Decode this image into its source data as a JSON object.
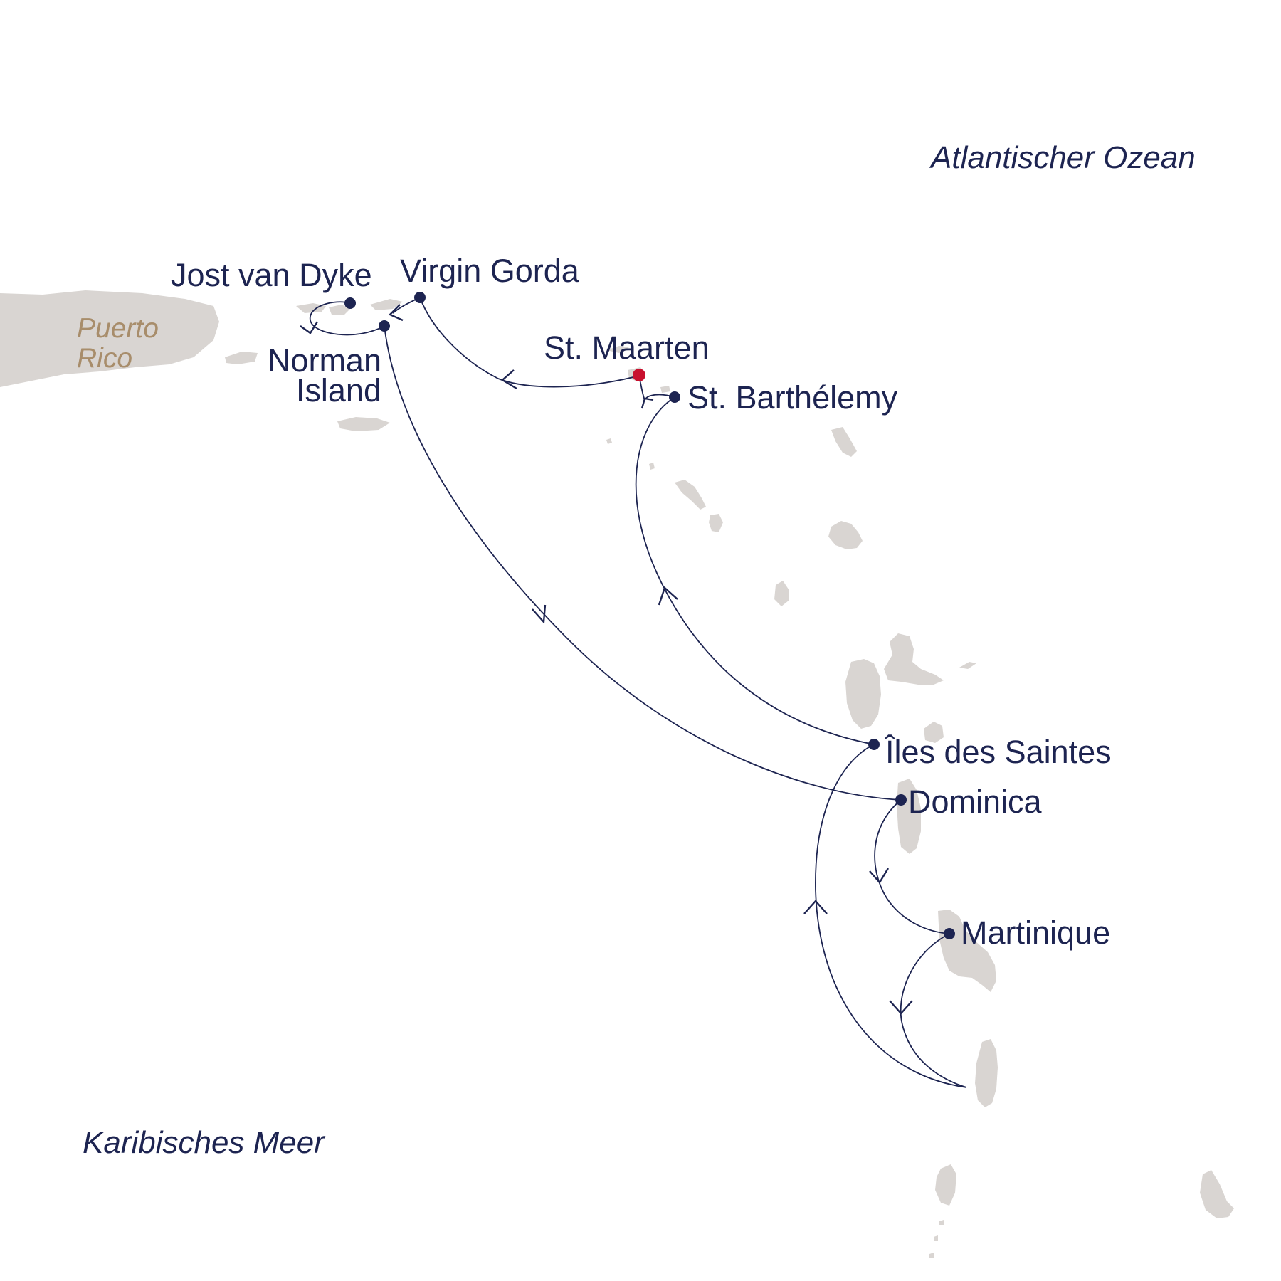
{
  "map": {
    "seas": {
      "atlantic": "Atlantischer Ozean",
      "caribbean": "Karibisches Meer"
    },
    "land": {
      "puerto_rico_line1": "Puerto",
      "puerto_rico_line2": "Rico"
    },
    "ports": {
      "jost_van_dyke": "Jost van Dyke",
      "virgin_gorda": "Virgin Gorda",
      "norman_island_line1": "Norman",
      "norman_island_line2": "Island",
      "st_maarten": "St. Maarten",
      "st_barthelemy": "St. Barthélemy",
      "iles_des_saintes": "Îles des Saintes",
      "dominica": "Dominica",
      "martinique": "Martinique"
    },
    "colors": {
      "route": "#1d2451",
      "start_port": "#c8102e",
      "land": "#d9d5d2",
      "land_label": "#a88d6b"
    }
  }
}
